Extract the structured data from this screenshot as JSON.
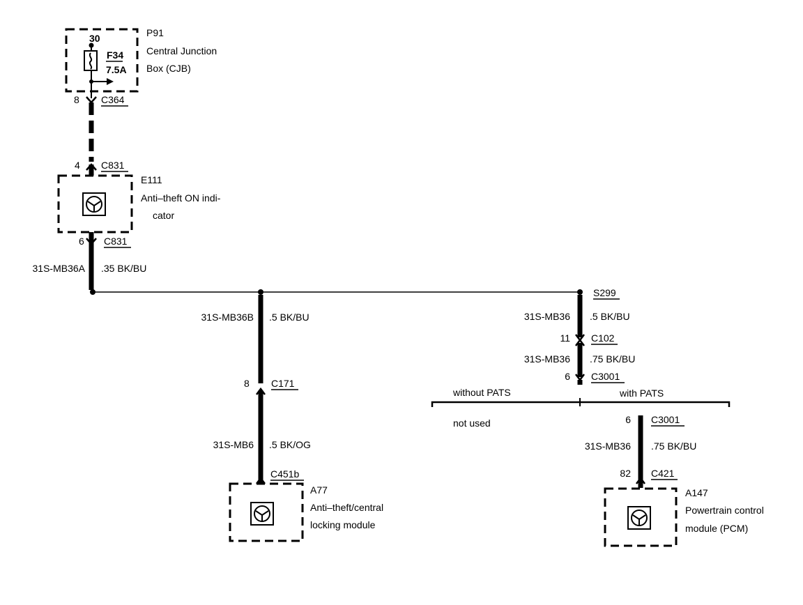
{
  "cjb": {
    "name": "P91",
    "desc_line1": "Central Junction",
    "desc_line2": "Box (CJB)",
    "pin30": "30",
    "fuse_id": "F34",
    "fuse_rating": "7.5A"
  },
  "c364": {
    "pin": "8",
    "label": "C364"
  },
  "e111": {
    "top_pin": "4",
    "top_conn": "C831",
    "name": "E111",
    "desc_line1": "Anti–theft ON indi-",
    "desc_line2": "cator",
    "bottom_pin": "6",
    "bottom_conn": "C831"
  },
  "wire_a": {
    "id": "31S-MB36A",
    "spec": ".35 BK/BU"
  },
  "wire_b": {
    "id": "31S-MB36B",
    "spec": ".5 BK/BU"
  },
  "c171": {
    "pin": "8",
    "label": "C171"
  },
  "wire_mb6": {
    "id": "31S-MB6",
    "spec": ".5 BK/OG"
  },
  "a77": {
    "conn": "C451b",
    "name": "A77",
    "desc_line1": "Anti–theft/central",
    "desc_line2": "locking module"
  },
  "splice": {
    "label": "S299"
  },
  "wire_36_1": {
    "id": "31S-MB36",
    "spec": ".5 BK/BU"
  },
  "c102": {
    "pin": "11",
    "label": "C102"
  },
  "wire_36_2": {
    "id": "31S-MB36",
    "spec": ".75 BK/BU"
  },
  "c3001_top": {
    "pin": "6",
    "label": "C3001"
  },
  "options": {
    "without": "without PATS",
    "with": "with PATS",
    "not_used": "not used"
  },
  "c3001_bot": {
    "pin": "6",
    "label": "C3001"
  },
  "wire_36_3": {
    "id": "31S-MB36",
    "spec": ".75 BK/BU"
  },
  "c421": {
    "pin": "82",
    "label": "C421"
  },
  "a147": {
    "name": "A147",
    "desc_line1": "Powertrain control",
    "desc_line2": "module (PCM)"
  },
  "colors": {
    "ink": "#000000",
    "paper": "#ffffff"
  },
  "icons": [
    "fuse-icon",
    "control-module-icon"
  ]
}
